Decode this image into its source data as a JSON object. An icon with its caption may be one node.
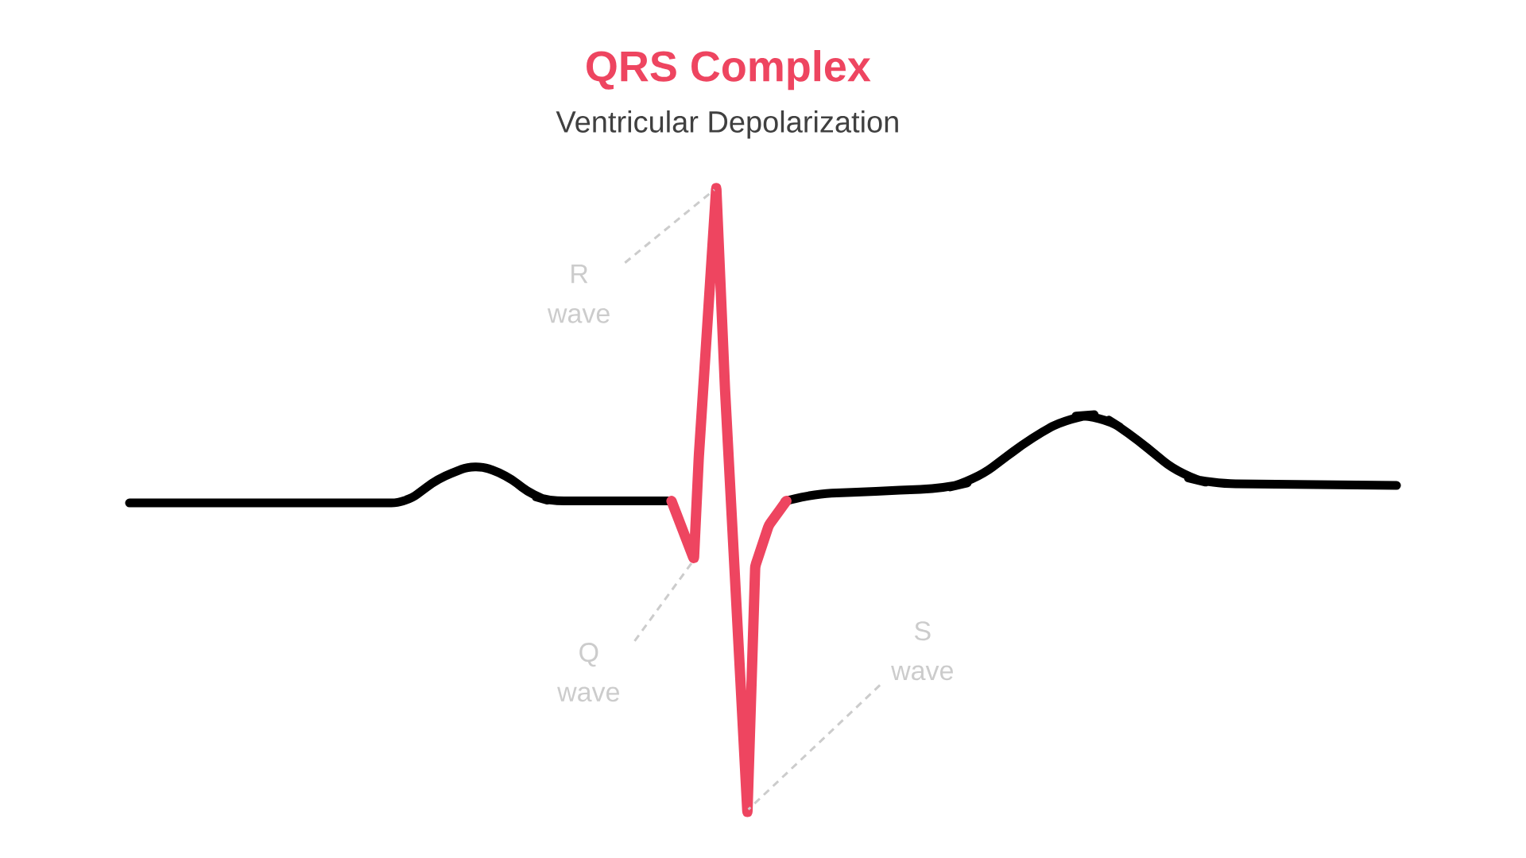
{
  "diagram": {
    "title": "QRS Complex",
    "nodes": [
      {
        "text": [
          "R wave"
        ]
      },
      {
        "text": [
          "Q wave"
        ]
      },
      {
        "text": [
          "S wave"
        ]
      }
    ],
    "edges": [
      {
        "from": 0,
        "to": null,
        "arrow": "none",
        "style": "dashed"
      },
      {
        "from": 1,
        "to": null,
        "arrow": "none",
        "style": "dashed"
      },
      {
        "from": 2,
        "to": null,
        "arrow": "none",
        "style": "dashed"
      }
    ],
    "labels": [
      "Ventricular Depolarization"
    ]
  }
}
